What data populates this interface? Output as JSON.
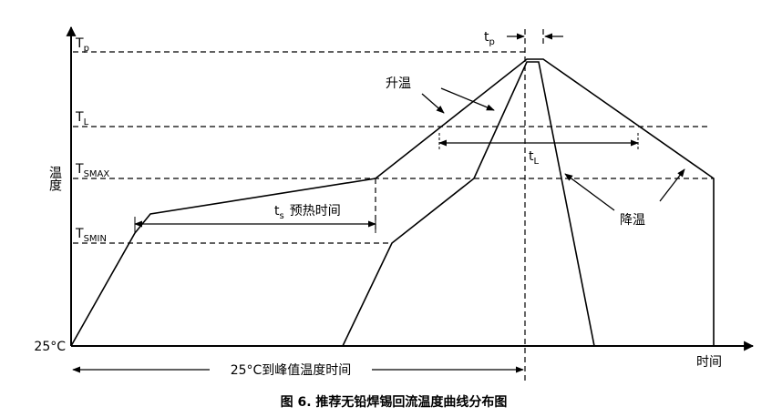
{
  "y_axis": {
    "label": "温度",
    "ticks": [
      {
        "main": "T",
        "sub": "p"
      },
      {
        "main": "T",
        "sub": "L"
      },
      {
        "main": "T",
        "sub": "SMAX"
      },
      {
        "main": "T",
        "sub": "SMIN"
      }
    ],
    "origin": "25°C"
  },
  "x_axis": {
    "label": "时间"
  },
  "annotations": {
    "tp": {
      "main": "t",
      "sub": "p"
    },
    "tl": {
      "main": "t",
      "sub": "L"
    },
    "ts": {
      "main": "t",
      "sub": "s",
      "text": "预热时间"
    },
    "ramp_up": "升温",
    "ramp_down": "降温",
    "time_to_peak": "25°C到峰值温度时间"
  },
  "caption": "图 6. 推荐无铅焊锡回流温度曲线分布图"
}
